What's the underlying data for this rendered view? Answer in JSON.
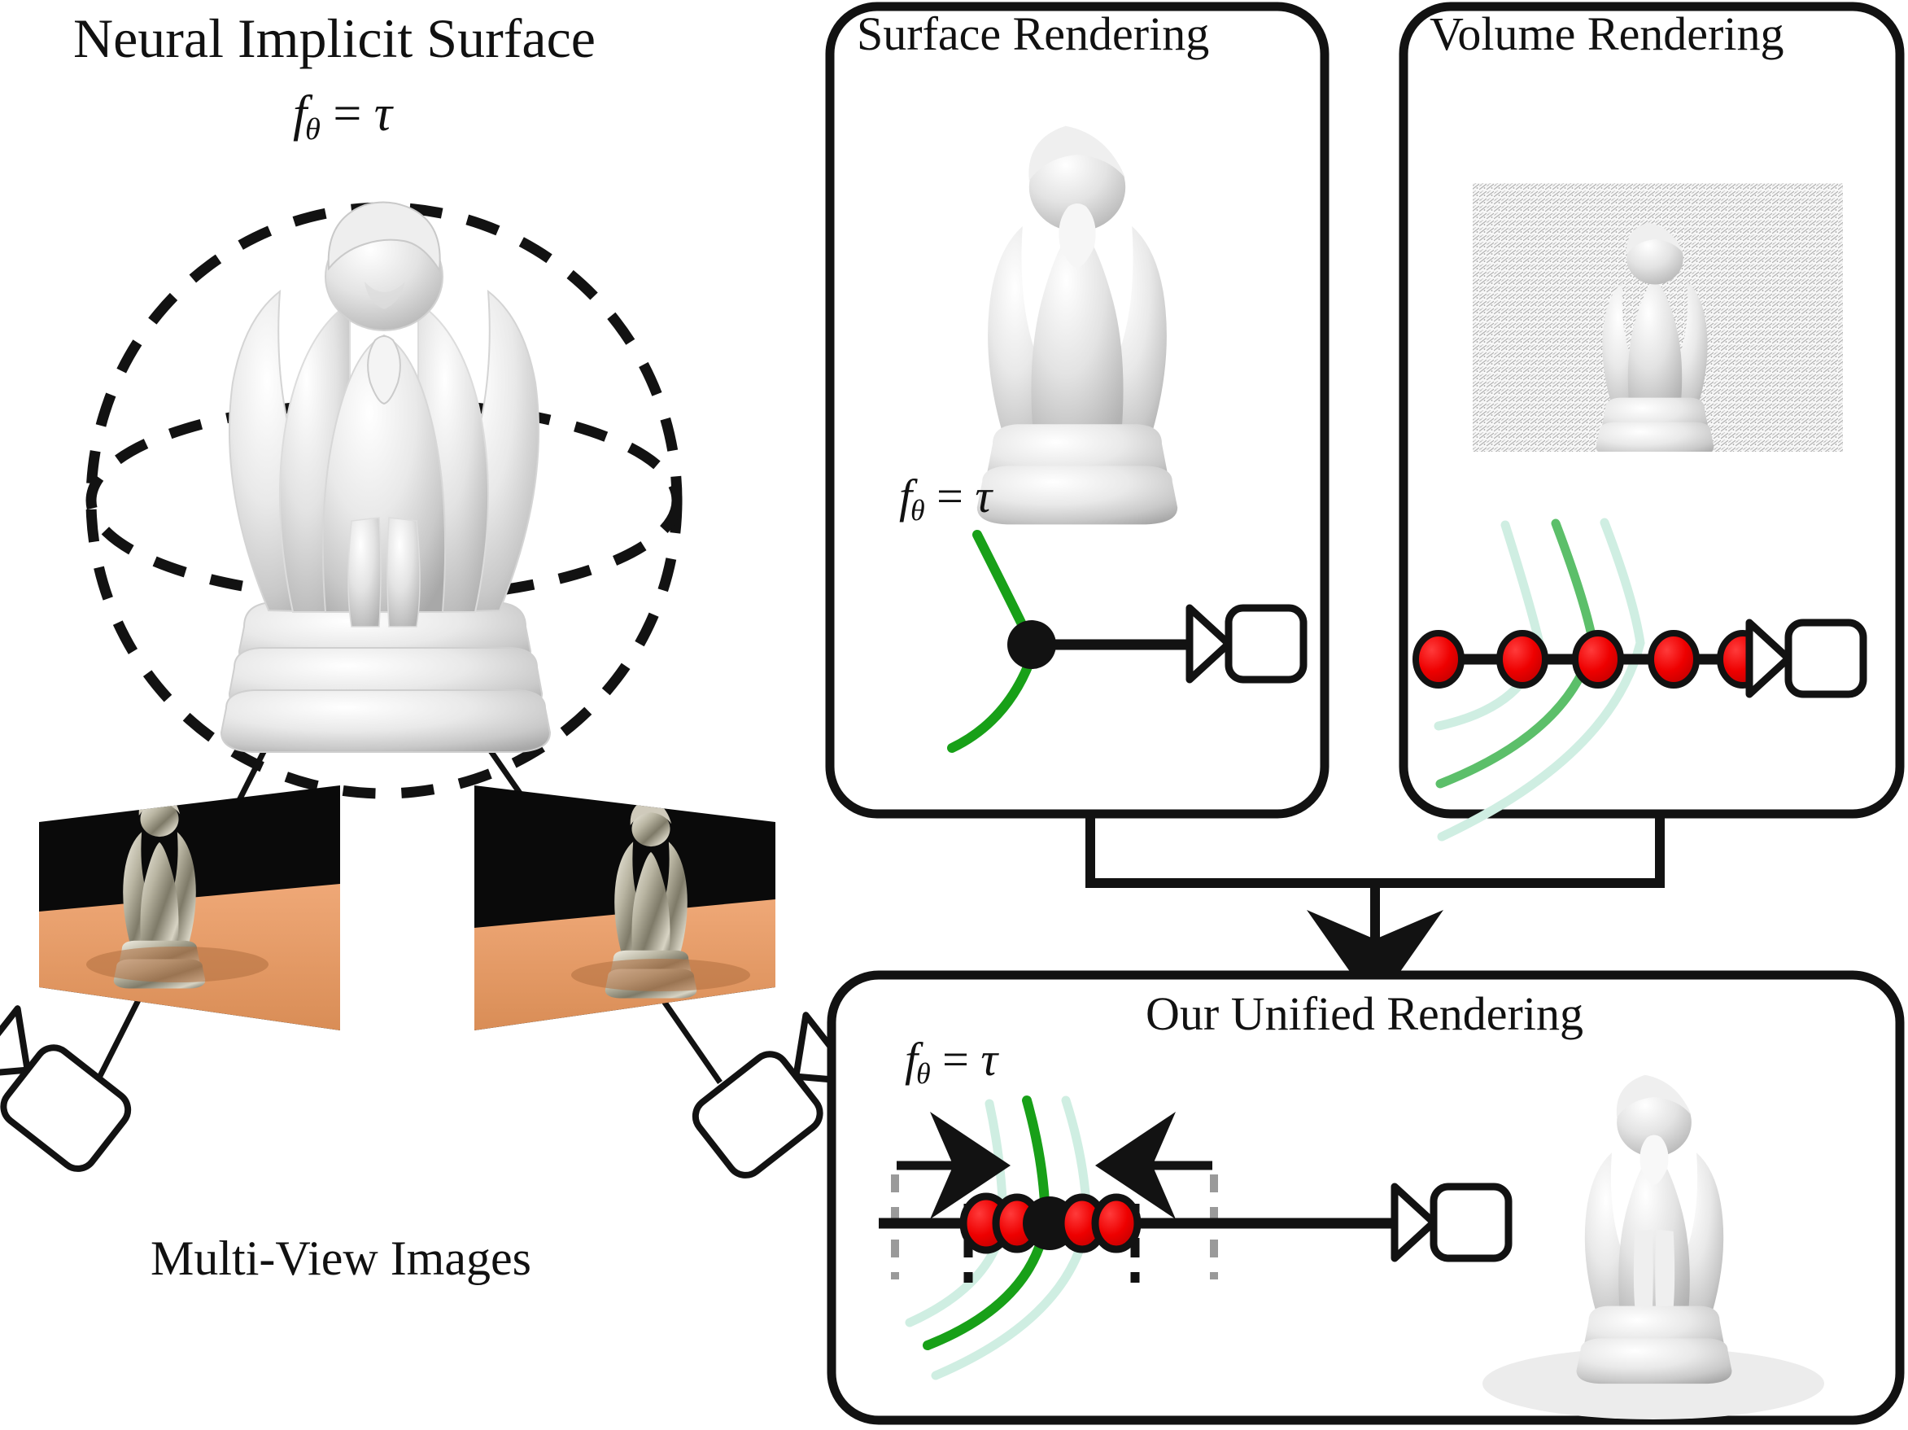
{
  "figure": {
    "kind": "pipeline-diagram",
    "background": "#ffffff",
    "accent_green": "#18a018",
    "accent_green_pale": "#bfe8d8",
    "accent_red": "#ee0000",
    "stroke_black": "#121212",
    "gray_dash": "#9a9a9a"
  },
  "left": {
    "title": "Neural Implicit Surface",
    "formula": {
      "f": "f",
      "theta": "θ",
      "eq": "=",
      "tau": "τ"
    },
    "caption": "Multi-View Images",
    "sphere": {
      "style": "dashed",
      "outline": "circle",
      "equator": "ellipse"
    },
    "cameras": [
      {
        "name": "camera-left",
        "label": ""
      },
      {
        "name": "camera-right",
        "label": ""
      }
    ],
    "image_planes": [
      {
        "name": "view-image-left",
        "background": "#0a0a0a",
        "floor": "#e89a63"
      },
      {
        "name": "view-image-right",
        "background": "#0a0a0a",
        "floor": "#e89a63"
      }
    ]
  },
  "panels": [
    {
      "id": "surface-rendering",
      "title": "Surface Rendering",
      "formula": {
        "f": "f",
        "theta": "θ",
        "eq": "=",
        "tau": "τ"
      },
      "thumbnail_caption": "",
      "ray": {
        "samples": 0,
        "surface_point": 1,
        "surface_point_color": "#121212",
        "level_sets": 1,
        "level_set_colors": [
          "#18a018"
        ]
      }
    },
    {
      "id": "volume-rendering",
      "title": "Volume Rendering",
      "formula": null,
      "thumbnail_caption": "",
      "ray": {
        "samples": 5,
        "surface_point": 0,
        "sample_color": "#ee0000",
        "level_sets": 3,
        "level_set_colors": [
          "#cfeee2",
          "#5cbf6a",
          "#cfeee2"
        ]
      }
    }
  ],
  "unified": {
    "id": "our-unified-rendering",
    "title": "Our Unified Rendering",
    "formula": {
      "f": "f",
      "theta": "θ",
      "eq": "=",
      "tau": "τ"
    },
    "ray": {
      "samples": 4,
      "sample_color": "#ee0000",
      "surface_point": 1,
      "surface_point_color": "#121212",
      "level_sets": 3,
      "level_set_colors": [
        "#cfeee2",
        "#18a018",
        "#cfeee2"
      ],
      "bounds": {
        "outer_style": "dashed-gray",
        "inner_style": "dashed-black",
        "arrow_left_direction": "right",
        "arrow_right_direction": "left",
        "description": "converging sampling bounds"
      }
    }
  },
  "connector": {
    "name": "merge-arrow",
    "from": [
      "surface-rendering",
      "volume-rendering"
    ],
    "to": "our-unified-rendering",
    "direction": "down"
  }
}
